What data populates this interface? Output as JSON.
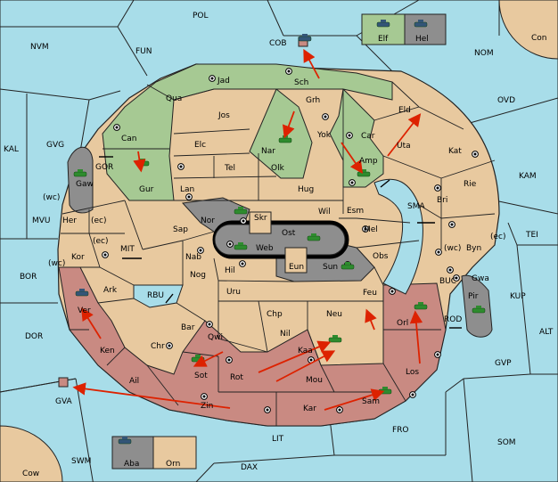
{
  "colors": {
    "sea": "#a8dde9",
    "neutral": "#e8c99f",
    "green": "#a6c993",
    "red": "#c98a82",
    "grey": "#8e8e8e",
    "black": "#000000",
    "arrow": "#dd2200",
    "unit": "#2e8b2e",
    "navy": "#335577"
  },
  "seas": {
    "pol": "POL",
    "nvm": "NVM",
    "fun": "FUN",
    "cob": "COB",
    "nom": "NOM",
    "con": "Con",
    "ovd": "OVD",
    "kal": "KAL",
    "gvg": "GVG",
    "kam": "KAM",
    "mvu": "MVU",
    "tei": "TEI",
    "bor": "BOR",
    "kup": "KUP",
    "dor": "DOR",
    "alt": "ALT",
    "gvp": "GVP",
    "gva": "GVA",
    "fro": "FRO",
    "som": "SOM",
    "lit": "LIT",
    "swm": "SWM",
    "dax": "DAX",
    "cow": "Cow",
    "gor": "GOR",
    "mit": "MIT",
    "rbu": "RBU",
    "sma": "SMA",
    "buc": "BUC",
    "rod": "ROD"
  },
  "provinces": {
    "jad": "Jad",
    "qua": "Qua",
    "sch": "Sch",
    "grh": "Grh",
    "jos": "Jos",
    "eld": "Eld",
    "can": "Can",
    "elc": "Elc",
    "nar": "Nar",
    "yok": "Yok",
    "car": "Car",
    "uta": "Uta",
    "kat": "Kat",
    "amp": "Amp",
    "gur": "Gur",
    "tel": "Tel",
    "olk": "Olk",
    "lan": "Lan",
    "hug": "Hug",
    "rie": "Rie",
    "gaw": "Gaw",
    "bri": "Bri",
    "wil": "Wil",
    "esm": "Esm",
    "nor": "Nor",
    "skr": "Skr",
    "her": "Her",
    "sap": "Sap",
    "ost": "Ost",
    "mel": "Mel",
    "web": "Web",
    "byn": "Byn",
    "kor": "Kor",
    "nab": "Nab",
    "eun": "Eun",
    "obs": "Obs",
    "sun": "Sun",
    "gwa": "Gwa",
    "hil": "Hil",
    "nog": "Nog",
    "pir": "Pir",
    "ark": "Ark",
    "uru": "Uru",
    "feu": "Feu",
    "ver": "Ver",
    "chp": "Chp",
    "neu": "Neu",
    "orl": "Orl",
    "bar": "Bar",
    "qwi": "Qwi",
    "nil": "Nil",
    "ken": "Ken",
    "chr": "Chr",
    "kaa": "Kaa",
    "ail": "Ail",
    "sot": "Sot",
    "rot": "Rot",
    "mou": "Mou",
    "los": "Los",
    "zin": "Zin",
    "kar": "Kar",
    "sam": "Sam"
  },
  "coast_tags": {
    "wc1": "(wc)",
    "ec1": "(ec)",
    "ec2": "(ec)",
    "wc2": "(wc)",
    "wc3": "(wc)",
    "ec3": "(ec)"
  },
  "boxes": {
    "elf": "Elf",
    "hel": "Hel",
    "aba": "Aba",
    "orn": "Orn"
  }
}
